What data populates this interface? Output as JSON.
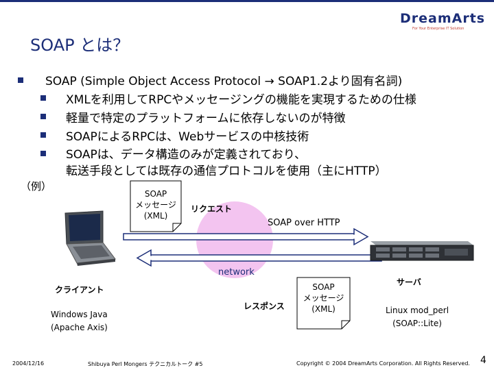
{
  "logo": {
    "name": "DreamArts",
    "tagline": "For Your Enterprise IT Solution"
  },
  "title": "SOAP とは？",
  "bullets": {
    "main": "SOAP (Simple Object Access Protocol → SOAP1.2より固有名詞)",
    "sub": [
      "XMLを利用してRPCやメッセージングの機能を実現するための仕様",
      "軽量で特定のプラットフォームに依存しないのが特徴",
      "SOAPによるRPCは、Webサービスの中核技術",
      "SOAPは、データ構造のみが定義されており、"
    ],
    "continuation": "転送手段としては既存の通信プロトコルを使用（主にHTTP）"
  },
  "example_label": "（例）",
  "diagram": {
    "message_top": [
      "SOAP",
      "メッセージ",
      "(XML)"
    ],
    "request_label": "リクエスト",
    "transport_label": "SOAP over HTTP",
    "network_label": "network",
    "client_label": "クライアント",
    "client_tech": [
      "Windows Java",
      "(Apache Axis)"
    ],
    "response_label": "レスポンス",
    "message_bottom": [
      "SOAP",
      "メッセージ",
      "(XML)"
    ],
    "server_label": "サーバ",
    "server_tech": [
      "Linux mod_perl",
      "(SOAP::Lite)"
    ]
  },
  "footer": {
    "date": "2004/12/16",
    "event": "Shibuya Perl Mongers テクニカルトーク #5",
    "copyright": "Copyright © 2004 DreamArts Corporation. All Rights Reserved.",
    "page": "4"
  },
  "colors": {
    "title": "#1c2e78",
    "bullet": "#1c2e78",
    "network_circle": "#f3c4f0"
  }
}
